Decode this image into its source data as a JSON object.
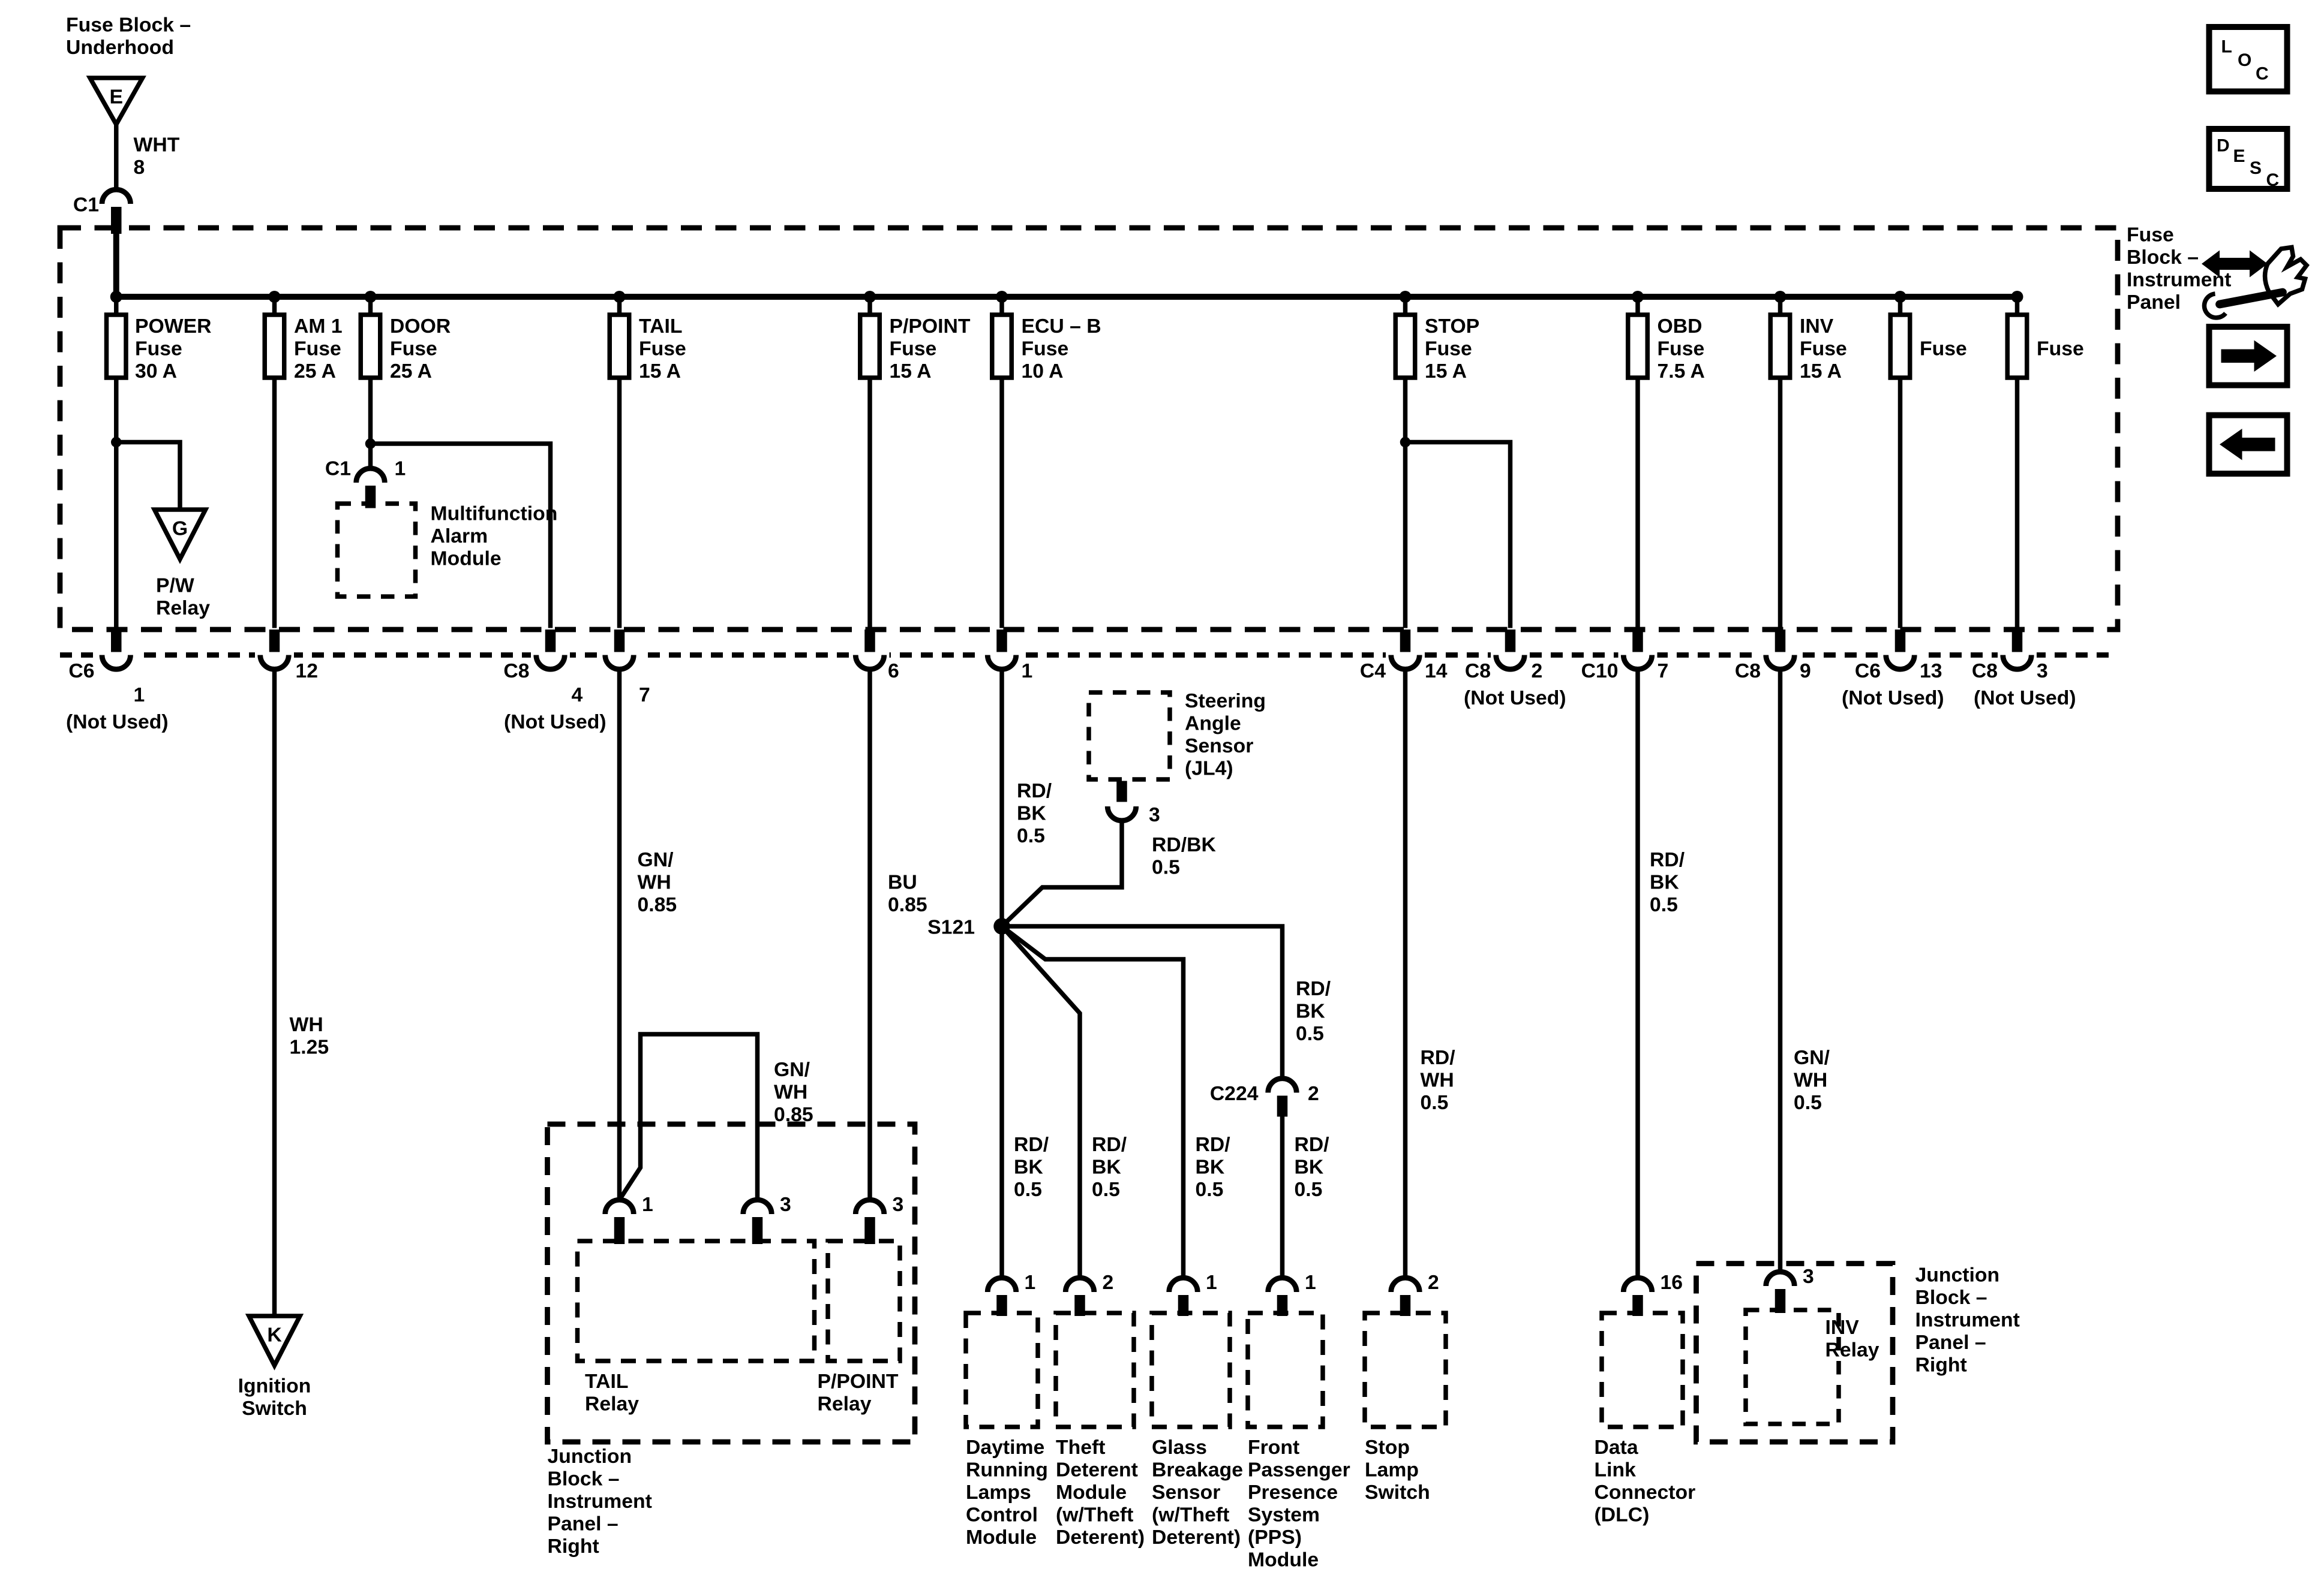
{
  "colors": {
    "ink": "#000000",
    "paper": "#ffffff"
  },
  "underhood": {
    "title": [
      "Fuse Block –",
      "Underhood"
    ],
    "grid_ref": "E",
    "wire": [
      "WHT",
      "8"
    ],
    "connector": "C1"
  },
  "fuse_block": {
    "title": [
      "Fuse",
      "Block –",
      "Instrument",
      "Panel"
    ],
    "fuses": [
      {
        "label": [
          "POWER",
          "Fuse",
          "30 A"
        ]
      },
      {
        "label": [
          "AM 1",
          "Fuse",
          "25 A"
        ]
      },
      {
        "label": [
          "DOOR",
          "Fuse",
          "25 A"
        ]
      },
      {
        "label": [
          "TAIL",
          "Fuse",
          "15 A"
        ]
      },
      {
        "label": [
          "P/POINT",
          "Fuse",
          "15 A"
        ]
      },
      {
        "label": [
          "ECU – B",
          "Fuse",
          "10 A"
        ]
      },
      {
        "label": [
          "STOP",
          "Fuse",
          "15 A"
        ]
      },
      {
        "label": [
          "OBD",
          "Fuse",
          "7.5 A"
        ]
      },
      {
        "label": [
          "INV",
          "Fuse",
          "15 A"
        ]
      },
      {
        "label": [
          "Fuse"
        ]
      },
      {
        "label": [
          "Fuse"
        ]
      }
    ],
    "pw_relay": {
      "grid_ref": "G",
      "label": [
        "P/W",
        "Relay"
      ]
    },
    "alarm_module": {
      "connector": "C1",
      "pin": "1",
      "label": [
        "Multifunction",
        "Alarm",
        "Module"
      ]
    },
    "connectors": {
      "c6_1": {
        "conn": "C6",
        "pin": "1",
        "note": "(Not Used)"
      },
      "p12": {
        "pin": "12"
      },
      "c8_4": {
        "conn": "C8",
        "pin": "4",
        "note": "(Not Used)"
      },
      "p7": {
        "pin": "7"
      },
      "p6": {
        "pin": "6"
      },
      "p1": {
        "pin": "1"
      },
      "c4_14": {
        "conn": "C4",
        "pin": "14"
      },
      "c8_2": {
        "conn": "C8",
        "pin": "2",
        "note": "(Not Used)"
      },
      "c10_7": {
        "conn": "C10",
        "pin": "7"
      },
      "c8_9": {
        "conn": "C8",
        "pin": "9"
      },
      "c6_13": {
        "conn": "C6",
        "pin": "13",
        "note": "(Not Used)"
      },
      "c8_3": {
        "conn": "C8",
        "pin": "3",
        "note": "(Not Used)"
      }
    }
  },
  "wires": {
    "wh": [
      "WH",
      "1.25"
    ],
    "gnwh_tail": [
      "GN/",
      "WH",
      "0.85"
    ],
    "gnwh_jumper": [
      "GN/",
      "WH",
      "0.85"
    ],
    "bu": [
      "BU",
      "0.85"
    ],
    "rdbk_ecu": [
      "RD/",
      "BK",
      "0.5"
    ],
    "rdbk_sensor": [
      "RD/BK",
      "0.5"
    ],
    "rdbk_c224": [
      "RD/",
      "BK",
      "0.5"
    ],
    "rdbk_drl": [
      "RD/",
      "BK",
      "0.5"
    ],
    "rdbk_theft": [
      "RD/",
      "BK",
      "0.5"
    ],
    "rdbk_glass": [
      "RD/",
      "BK",
      "0.5"
    ],
    "rdbk_pps": [
      "RD/",
      "BK",
      "0.5"
    ],
    "rdwh": [
      "RD/",
      "WH",
      "0.5"
    ],
    "rdbk_obd": [
      "RD/",
      "BK",
      "0.5"
    ],
    "gnwh_inv": [
      "GN/",
      "WH",
      "0.5"
    ]
  },
  "splice": {
    "id": "S121"
  },
  "steering_sensor": {
    "label": [
      "Steering",
      "Angle",
      "Sensor",
      "(JL4)"
    ],
    "pin": "3"
  },
  "c224": {
    "conn": "C224",
    "pin": "2"
  },
  "ignition": {
    "grid_ref": "K",
    "label": [
      "Ignition",
      "Switch"
    ]
  },
  "junction_block_left": {
    "label": [
      "Junction",
      "Block –",
      "Instrument",
      "Panel –",
      "Right"
    ],
    "tail_relay": {
      "label": [
        "TAIL",
        "Relay"
      ],
      "pin_1": "1",
      "pin_3": "3"
    },
    "ppoint_relay": {
      "label": [
        "P/POINT",
        "Relay"
      ],
      "pin_3": "3"
    }
  },
  "modules": {
    "drl": {
      "pin": "1",
      "label": [
        "Daytime",
        "Running",
        "Lamps",
        "Control",
        "Module"
      ]
    },
    "theft": {
      "pin": "2",
      "label": [
        "Theft",
        "Deterent",
        "Module",
        "(w/Theft",
        "Deterent)"
      ]
    },
    "glass": {
      "pin": "1",
      "label": [
        "Glass",
        "Breakage",
        "Sensor",
        "(w/Theft",
        "Deterent)"
      ]
    },
    "pps": {
      "pin": "1",
      "label": [
        "Front",
        "Passenger",
        "Presence",
        "System",
        "(PPS)",
        "Module"
      ]
    },
    "stop_lamp": {
      "pin": "2",
      "label": [
        "Stop",
        "Lamp",
        "Switch"
      ]
    }
  },
  "dlc": {
    "pin": "16",
    "label": [
      "Data",
      "Link",
      "Connector",
      "(DLC)"
    ]
  },
  "junction_block_right": {
    "label": [
      "Junction",
      "Block –",
      "Instrument",
      "Panel –",
      "Right"
    ],
    "inv_relay": {
      "pin": "3",
      "label": [
        "INV",
        "Relay"
      ]
    }
  },
  "toolbar": {
    "loc": [
      "L",
      "O",
      "C"
    ],
    "desc": [
      "D",
      "E",
      "S",
      "C"
    ]
  }
}
